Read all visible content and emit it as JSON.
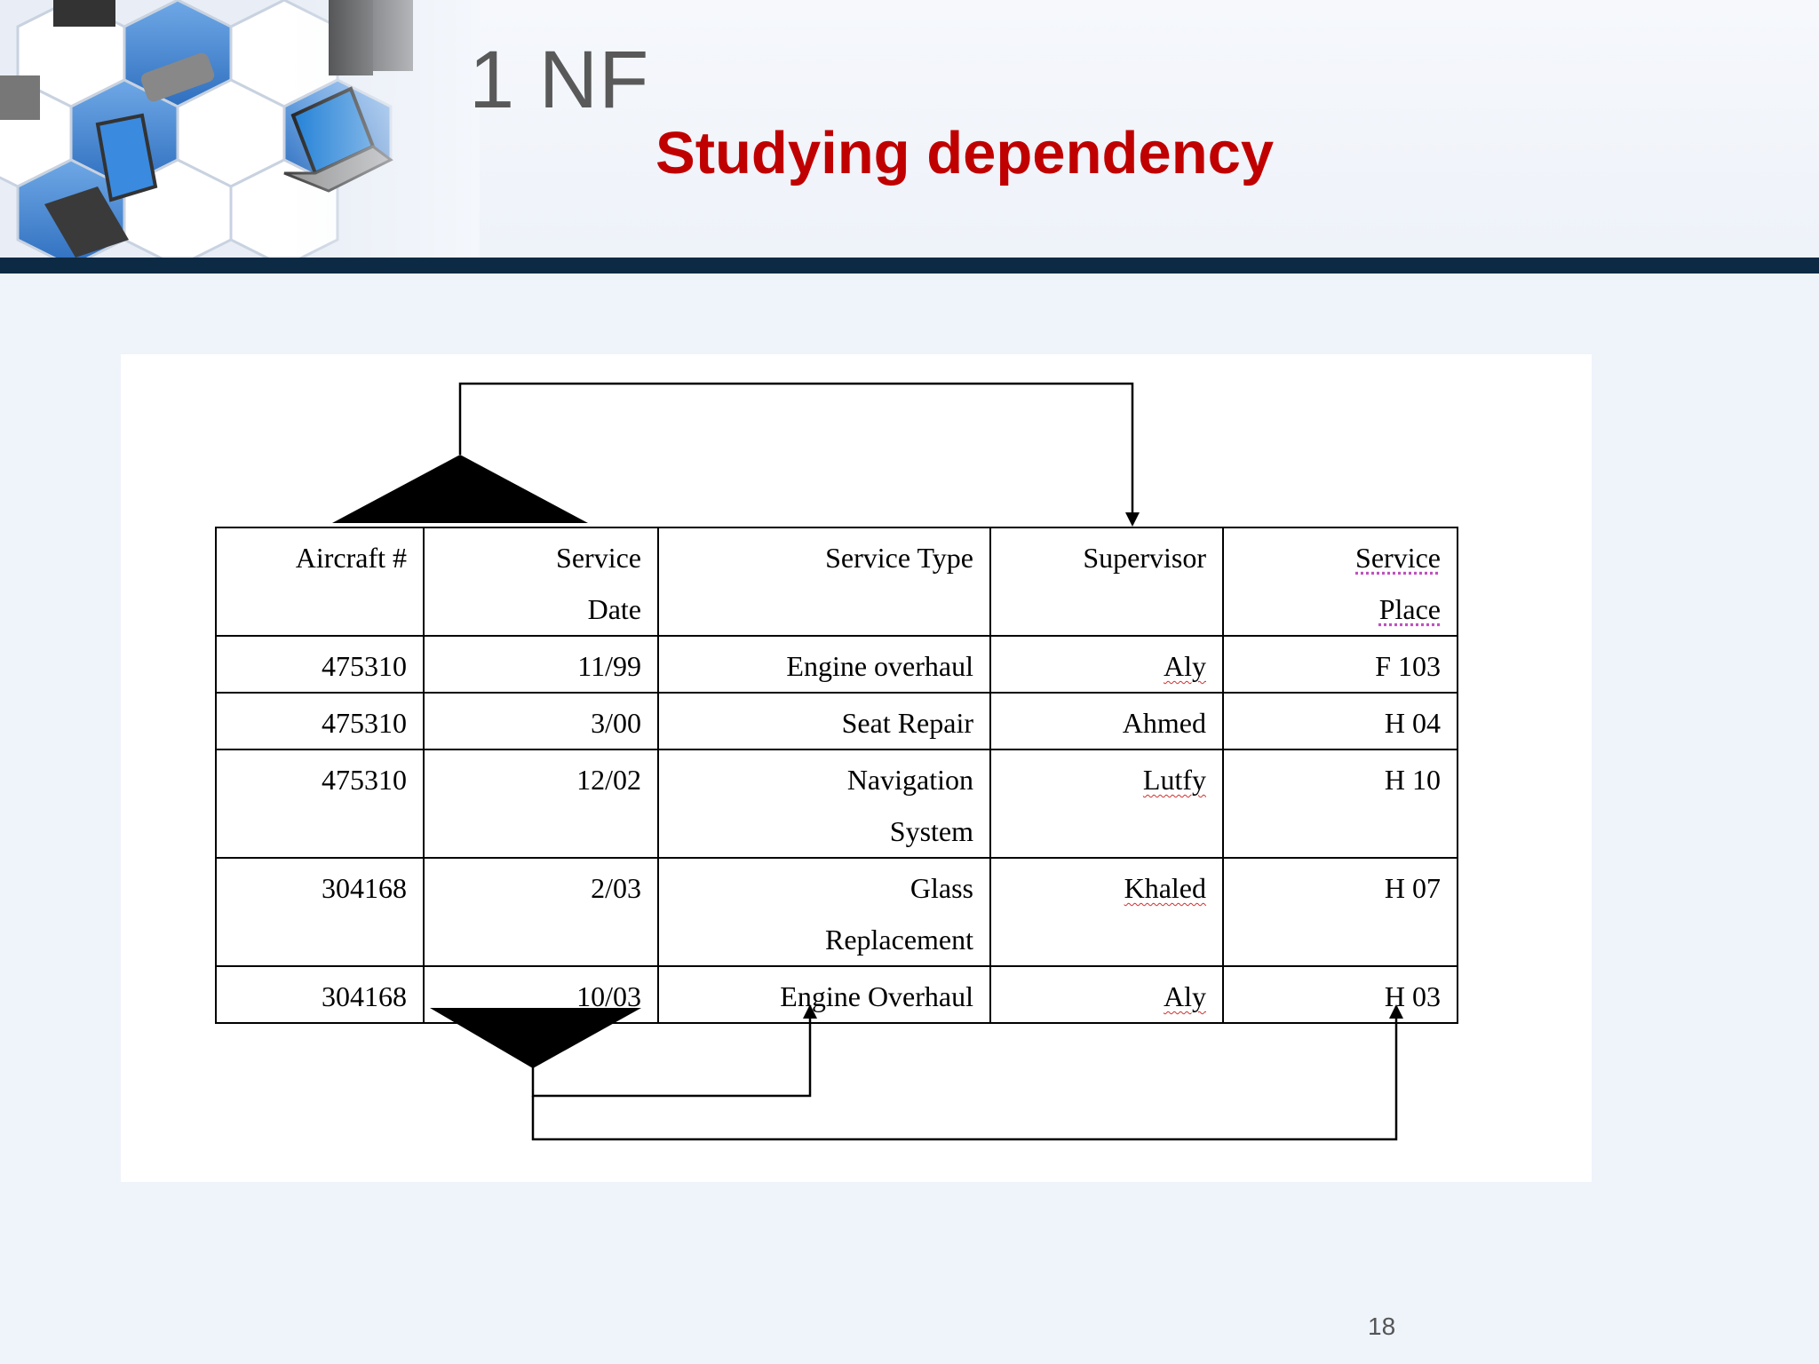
{
  "slide": {
    "title": "1 NF",
    "subtitle": "Studying dependency",
    "page_number": "18"
  },
  "table": {
    "headers": [
      {
        "line1": "Aircraft #",
        "line2": ""
      },
      {
        "line1": "Service",
        "line2": "Date"
      },
      {
        "line1": "Service Type",
        "line2": ""
      },
      {
        "line1": "Supervisor",
        "line2": ""
      },
      {
        "line1": "Service",
        "line2": "Place"
      }
    ],
    "rows": [
      [
        {
          "line1": "475310",
          "line2": ""
        },
        {
          "line1": "11/99",
          "line2": ""
        },
        {
          "line1": "Engine overhaul",
          "line2": ""
        },
        {
          "line1": "Aly",
          "line2": ""
        },
        {
          "line1": "F 103",
          "line2": ""
        }
      ],
      [
        {
          "line1": "475310",
          "line2": ""
        },
        {
          "line1": "3/00",
          "line2": ""
        },
        {
          "line1": "Seat Repair",
          "line2": ""
        },
        {
          "line1": "Ahmed",
          "line2": ""
        },
        {
          "line1": "H 04",
          "line2": ""
        }
      ],
      [
        {
          "line1": "475310",
          "line2": ""
        },
        {
          "line1": "12/02",
          "line2": ""
        },
        {
          "line1": "Navigation",
          "line2": "System"
        },
        {
          "line1": "Lutfy",
          "line2": ""
        },
        {
          "line1": "H 10",
          "line2": ""
        }
      ],
      [
        {
          "line1": "304168",
          "line2": ""
        },
        {
          "line1": "2/03",
          "line2": ""
        },
        {
          "line1": "Glass",
          "line2": "Replacement"
        },
        {
          "line1": "Khaled",
          "line2": ""
        },
        {
          "line1": "H 07",
          "line2": ""
        }
      ],
      [
        {
          "line1": "304168",
          "line2": ""
        },
        {
          "line1": "10/03",
          "line2": ""
        },
        {
          "line1": "Engine Overhaul",
          "line2": ""
        },
        {
          "line1": "Aly",
          "line2": ""
        },
        {
          "line1": "H 03",
          "line2": ""
        }
      ]
    ]
  },
  "colors": {
    "title": "#595959",
    "subtitle": "#c00000",
    "header_bar": "#0d2a45",
    "background": "#eff4fb"
  },
  "icons": [
    "computer-network-hexagon-art"
  ]
}
